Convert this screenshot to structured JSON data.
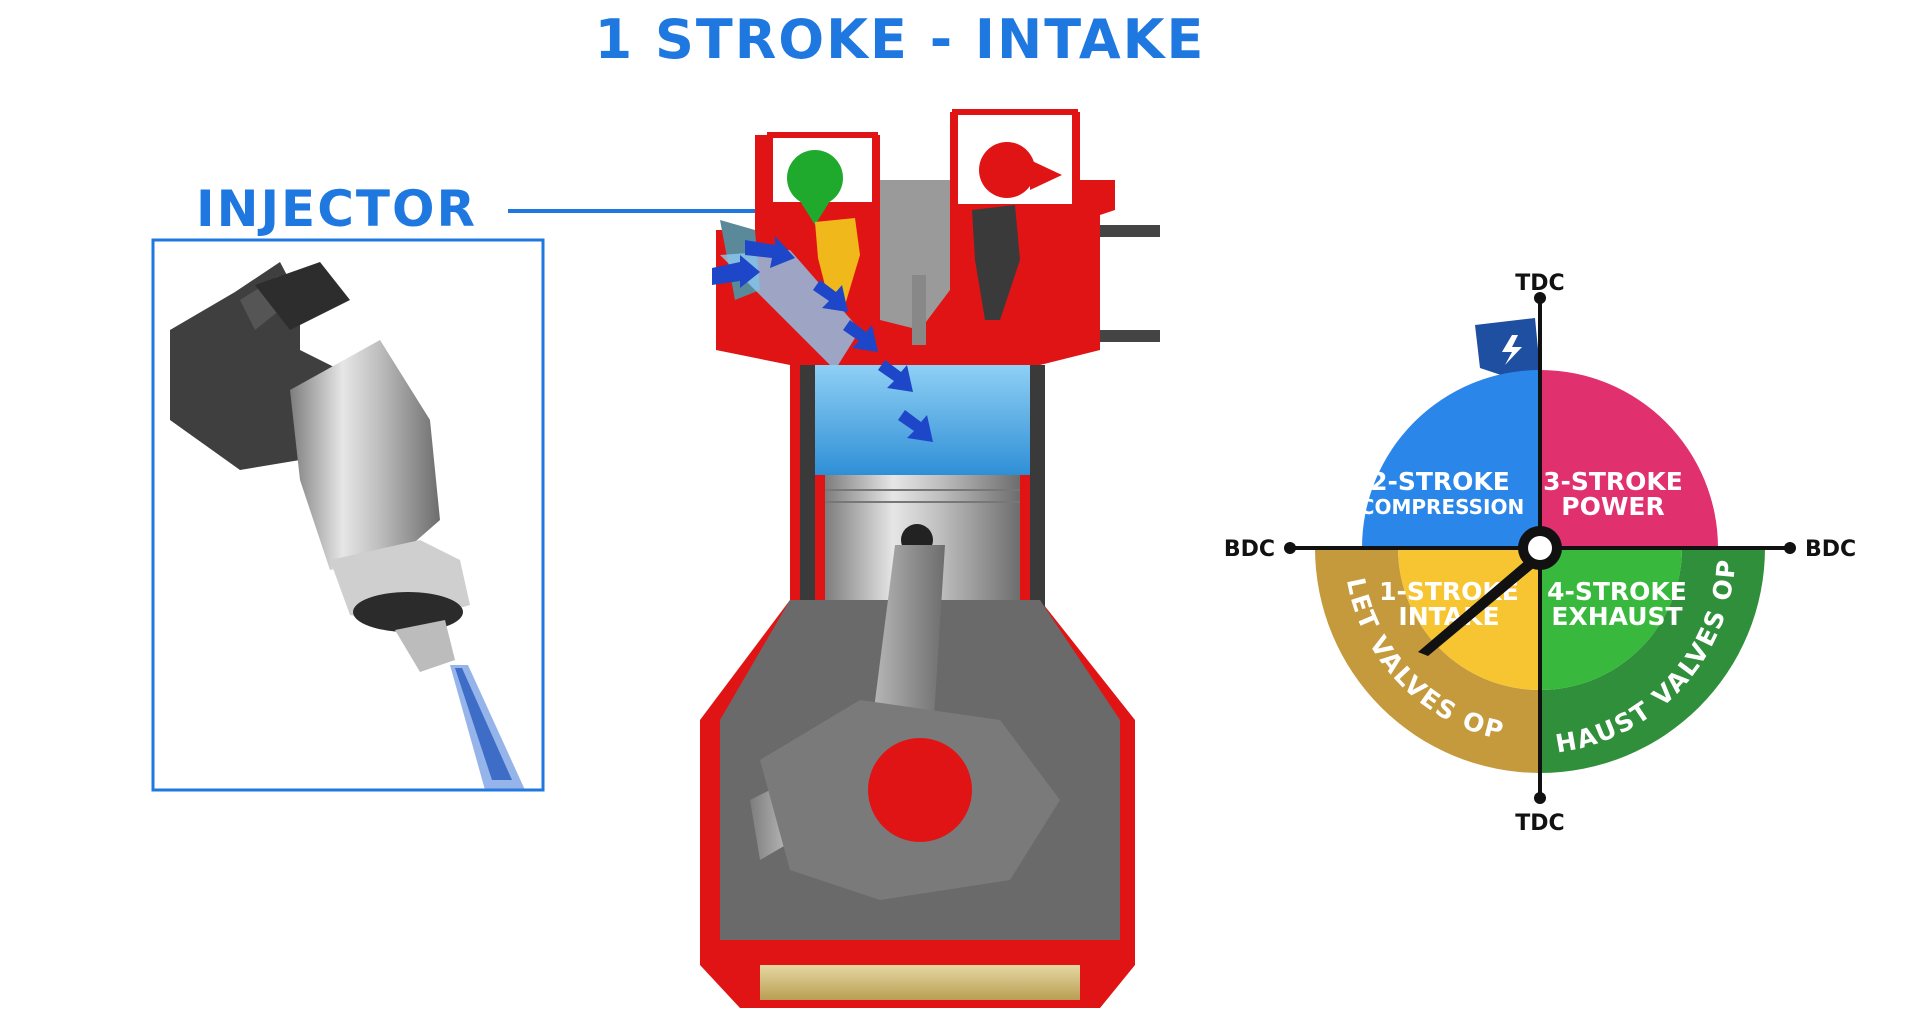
{
  "title": "1 STROKE - INTAKE",
  "injector_label": "INJECTOR",
  "cycle_wheel": {
    "axis_labels": {
      "top": "TDC",
      "bottom": "TDC",
      "left": "BDC",
      "right": "BDC"
    },
    "quadrants": [
      {
        "line1": "2-STROKE",
        "line2": "COMPRESSION",
        "color": "#2a86e8"
      },
      {
        "line1": "3-STROKE",
        "line2": "POWER",
        "color": "#e0306e"
      },
      {
        "line1": "1-STROKE",
        "line2": "INTAKE",
        "color": "#f7c531"
      },
      {
        "line1": "4-STROKE",
        "line2": "EXHAUST",
        "color": "#38b83c"
      }
    ],
    "arcs": [
      {
        "label": "INLET VALVES OPEN",
        "color": "#c49a3c"
      },
      {
        "label": "EXHAUST VALVES OPEN",
        "color": "#2f8f3a"
      }
    ],
    "spark_color": "#1e4fa0"
  },
  "colors": {
    "accent": "#1f78e0",
    "engine_red": "#e01414",
    "intake_valve": "#1faa2e",
    "exhaust_valve": "#e01414"
  }
}
